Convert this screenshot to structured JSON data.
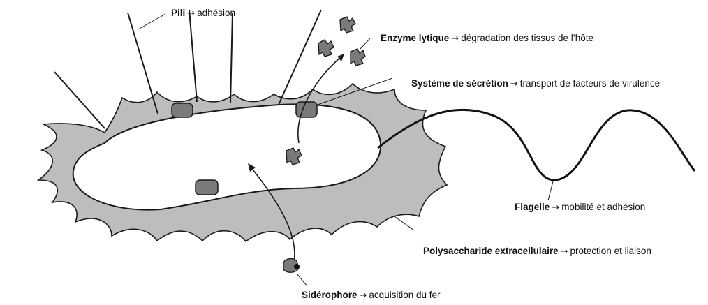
{
  "labels": {
    "pili": {
      "term": "Pili",
      "arrow": "→",
      "role": "adhésion"
    },
    "enzyme": {
      "term": "Enzyme lytique",
      "arrow": "→",
      "role": "dégradation des tissus de l’hôte"
    },
    "secretion": {
      "term": "Système de sécrétion",
      "arrow": "→",
      "role": "transport de facteurs de virulence"
    },
    "flagelle": {
      "term": "Flagelle",
      "arrow": "→",
      "role": "mobilité et adhésion"
    },
    "polysaccharide": {
      "term": "Polysaccharide extracellulaire",
      "arrow": "→",
      "role": "protection et liaison"
    },
    "siderophore": {
      "term": "Sidérophore",
      "arrow": "→",
      "role": "acquisition du fer"
    }
  },
  "colors": {
    "capsule": "#bdbdbd",
    "protein": "#7a7a7a",
    "outline": "#1a1a1a",
    "cell": "#ffffff"
  }
}
